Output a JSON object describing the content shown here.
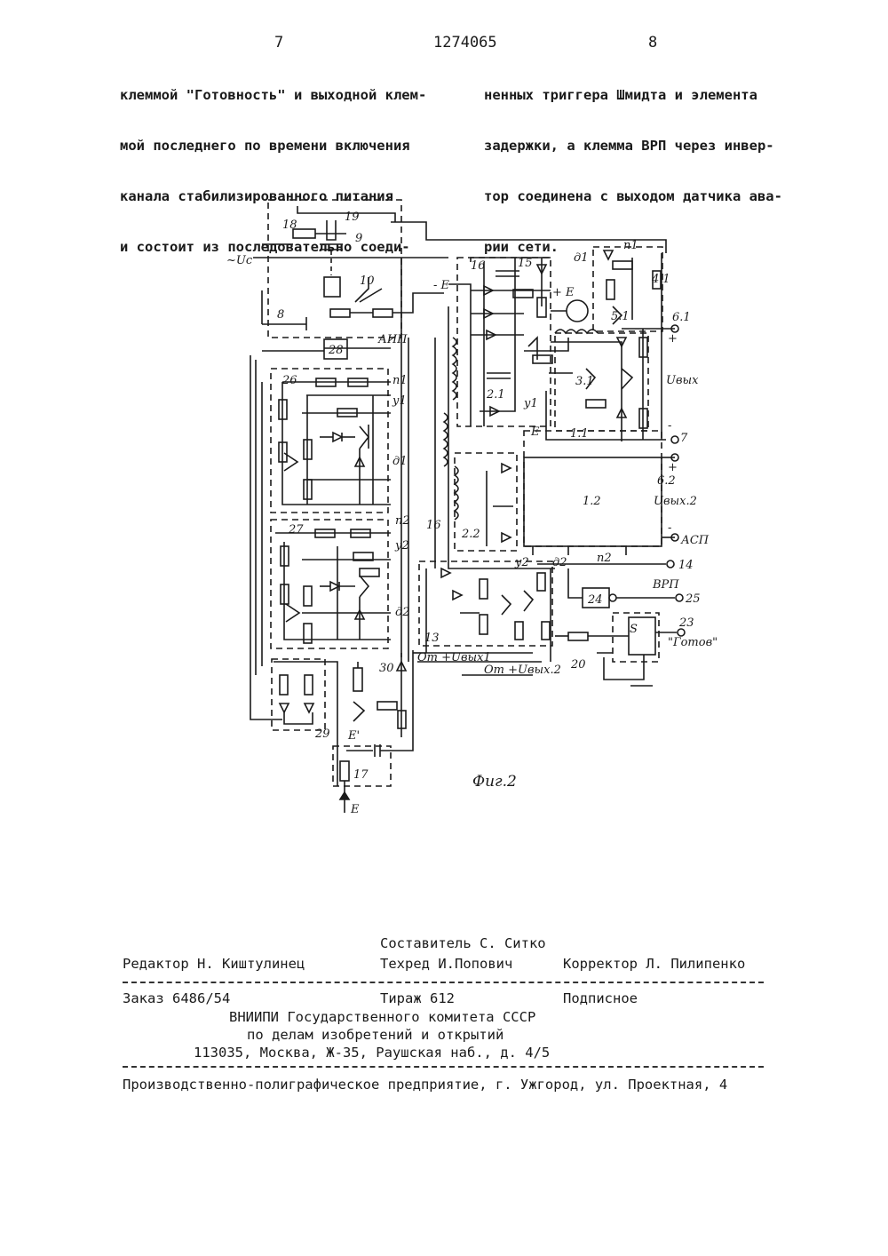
{
  "header": {
    "page_left": "7",
    "patent_number": "1274065",
    "page_right": "8"
  },
  "left_column": [
    "клеммой \"Готовность\" и выходной клем-",
    "мой последнего по времени включения",
    "канала стабилизированного питания",
    "и состоит из последовательно соеди-"
  ],
  "right_column": [
    "ненных триггера Шмидта и элемента",
    "задержки, а клемма ВРП через инвер-",
    "тор соединена с выходом датчика ава-",
    "рии сети."
  ],
  "figure": {
    "caption": "Фиг.2",
    "labels": {
      "uc": "~Uc",
      "n18": "18",
      "n19": "19",
      "n9": "9",
      "n10": "10",
      "n8": "8",
      "aip": "АИП",
      "n28": "28",
      "n26": "26",
      "p1": "п1",
      "y1": "у1",
      "d1": "д1",
      "n27": "27",
      "p2": "п2",
      "y2": "у2",
      "d2": "д2",
      "n13": "13",
      "n29": "29",
      "n30": "30",
      "n17": "17",
      "e_bottom": "E",
      "e_prime": "E'",
      "minus_e": "- E",
      "n16": "16",
      "n15": "15",
      "plus_e": "+ E",
      "n21": "2.1",
      "n22": "2.2",
      "n31": "3.1",
      "n41": "4.1",
      "n51": "5.1",
      "n11": "1.1",
      "n12": "1.2",
      "ny1": "у1",
      "nd1": "д1",
      "np1": "п1",
      "n61": "6.1",
      "n62": "6.2",
      "n7": "7",
      "uout1": "Uвых",
      "uout2": "Uвых.2",
      "asp": "АСП",
      "n14": "14",
      "vrp": "ВРП",
      "n25": "25",
      "n24": "24",
      "n23": "23",
      "gotov": "\"Готов\"",
      "n20": "20",
      "n16b": "16",
      "ot1": "От +Uвых1",
      "ot2": "От +Uвых.2",
      "y2b": "у2",
      "d2b": "д2",
      "p2b": "п2",
      "e_top": "E",
      "plus1": "+",
      "minus1": "-",
      "plus2": "+",
      "minus2": "-",
      "sign_s": "S"
    }
  },
  "imprint": {
    "compiler": "Составитель С. Ситко",
    "editor": "Редактор Н. Киштулинец",
    "techred": "Техред И.Попович",
    "corrector": "Корректор Л. Пилипенко",
    "order": "Заказ 6486/54",
    "circulation": "Тираж 612",
    "subscription": "Подписное",
    "org_line1": "ВНИИПИ Государственного комитета СССР",
    "org_line2": "по делам изобретений и открытий",
    "address": "113035, Москва, Ж-35, Раушская наб., д. 4/5",
    "printer": "Производственно-полиграфическое предприятие, г. Ужгород, ул. Проектная, 4"
  }
}
